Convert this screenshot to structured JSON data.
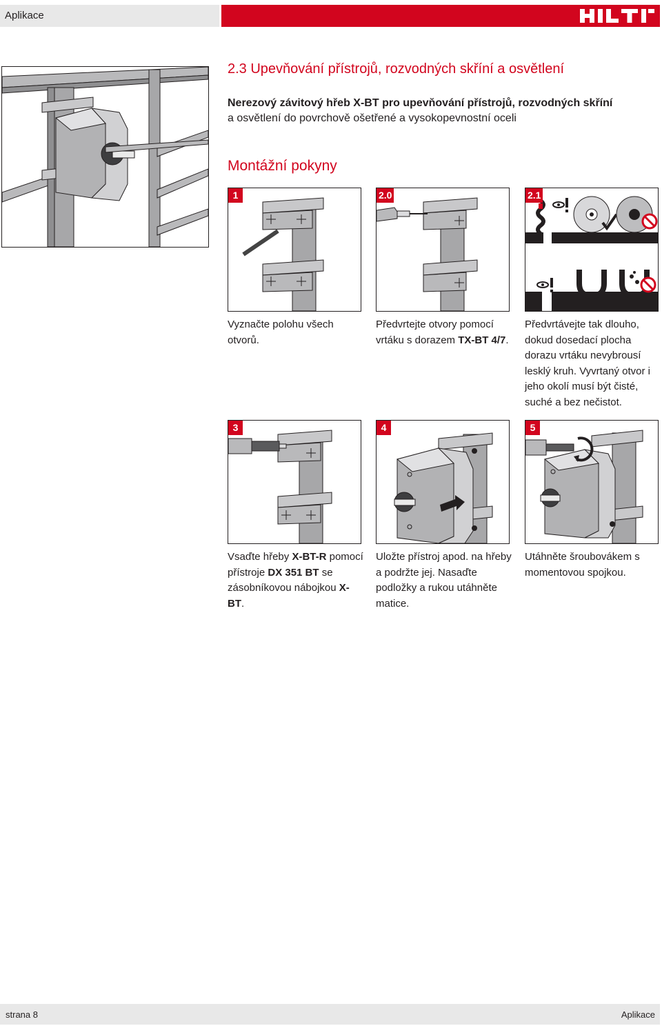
{
  "header": {
    "section_label": "Aplikace",
    "brand": "HILTI",
    "accent_color": "#d2051e"
  },
  "article": {
    "title": "2.3 Upevňování přístrojů, rozvodných skříní a osvětlení",
    "subtitle_line1": "Nerezový závitový hřeb X-BT pro upevňování přístrojů, rozvodných skříní",
    "subtitle_line2": "a osvětlení do povrchově ošetřené a vysokopevnostní oceli",
    "section_heading": "Montážní pokyny"
  },
  "steps": [
    {
      "number": "1",
      "caption": [
        [
          "Vyznačte polohu všech otvorů.",
          false
        ]
      ]
    },
    {
      "number": "2.0",
      "caption": [
        [
          "Předvrtejte otvory pomocí vrtáku s dorazem ",
          false
        ],
        [
          "TX-BT 4/7",
          true
        ],
        [
          ".",
          false
        ]
      ]
    },
    {
      "number": "2.1",
      "caption": [
        [
          "Předvrtávejte tak dlouho, dokud dosedací plocha dorazu vrtáku nevybrousí lesklý kruh. Vyvrtaný otvor i jeho okolí musí být čisté, suché a bez nečistot.",
          false
        ]
      ]
    },
    {
      "number": "3",
      "caption": [
        [
          "Vsaďte hřeby ",
          false
        ],
        [
          "X-BT-R",
          true
        ],
        [
          " pomocí přístroje ",
          false
        ],
        [
          "DX 351 BT",
          true
        ],
        [
          " se zásobníkovou nábojkou ",
          false
        ],
        [
          "X-BT",
          true
        ],
        [
          ".",
          false
        ]
      ]
    },
    {
      "number": "4",
      "caption": [
        [
          "Uložte přístroj apod. na hřeby a podržte jej. Nasaďte podložky a rukou utáhněte matice.",
          false
        ]
      ]
    },
    {
      "number": "5",
      "caption": [
        [
          "Utáhněte šroubovákem s momentovou spojkou.",
          false
        ]
      ]
    }
  ],
  "footer": {
    "page": "strana 8",
    "section": "Aplikace"
  }
}
